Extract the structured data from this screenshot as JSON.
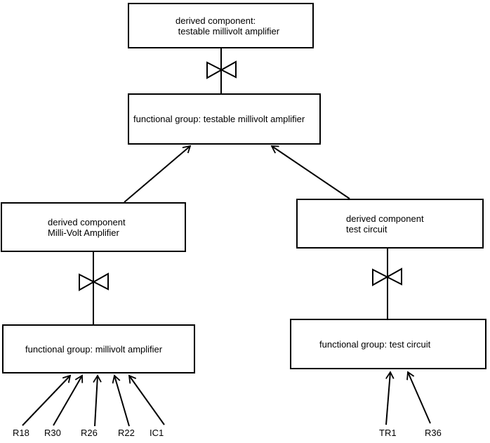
{
  "colors": {
    "background": "#ffffff",
    "line": "#000000",
    "text": "#000000"
  },
  "nodes": {
    "top_derived": {
      "line1": "derived component:",
      "line2": " testable millivolt amplifier"
    },
    "fg_top": {
      "label": "functional group: testable millivolt amplifier"
    },
    "left_derived": {
      "line1": "derived component",
      "line2": "Milli-Volt Amplifier"
    },
    "fg_left": {
      "label": "functional group: millivolt amplifier"
    },
    "right_derived": {
      "line1": "derived component",
      "line2": "test circuit"
    },
    "fg_right": {
      "label": "functional group: test circuit"
    }
  },
  "component_labels": {
    "left": [
      "R18",
      "R30",
      "R26",
      "R22",
      "IC1"
    ],
    "right": [
      "TR1",
      "R36"
    ]
  },
  "icons": {
    "bowtie": "bowtie-connector",
    "arrowhead": "open-v-arrowhead"
  }
}
